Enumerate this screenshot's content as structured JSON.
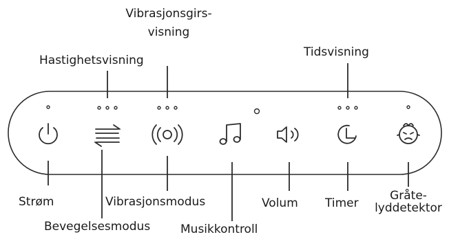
{
  "top_labels": {
    "speed_display": "Hastighetsvisning",
    "vibration_gear_display_line1": "Vibrasjonsgirs-",
    "vibration_gear_display_line2": "visning",
    "time_display": "Tidsvisning"
  },
  "bottom_labels": {
    "power": "Strøm",
    "motion_mode": "Bevegelsesmodus",
    "vibration_mode": "Vibrasjonsmodus",
    "music_control": "Musikkontroll",
    "volume": "Volum",
    "timer": "Timer",
    "cry_detector_line1": "Gråte-",
    "cry_detector_line2": "lyddetektor"
  },
  "buttons": [
    {
      "id": "power",
      "icon": "power-icon",
      "indicator_dots": 1
    },
    {
      "id": "motion",
      "icon": "swap-arrows-icon",
      "indicator_dots": 3
    },
    {
      "id": "vibration",
      "icon": "vibration-icon",
      "indicator_dots": 3
    },
    {
      "id": "music",
      "icon": "music-note-icon",
      "indicator_dots": 0
    },
    {
      "id": "volume",
      "icon": "speaker-icon",
      "indicator_dots": 0
    },
    {
      "id": "timer",
      "icon": "clock-icon",
      "indicator_dots": 3
    },
    {
      "id": "cry",
      "icon": "baby-face-icon",
      "indicator_dots": 1
    }
  ],
  "colors": {
    "stroke": "#2b2b2b",
    "text": "#1a1a1a"
  }
}
